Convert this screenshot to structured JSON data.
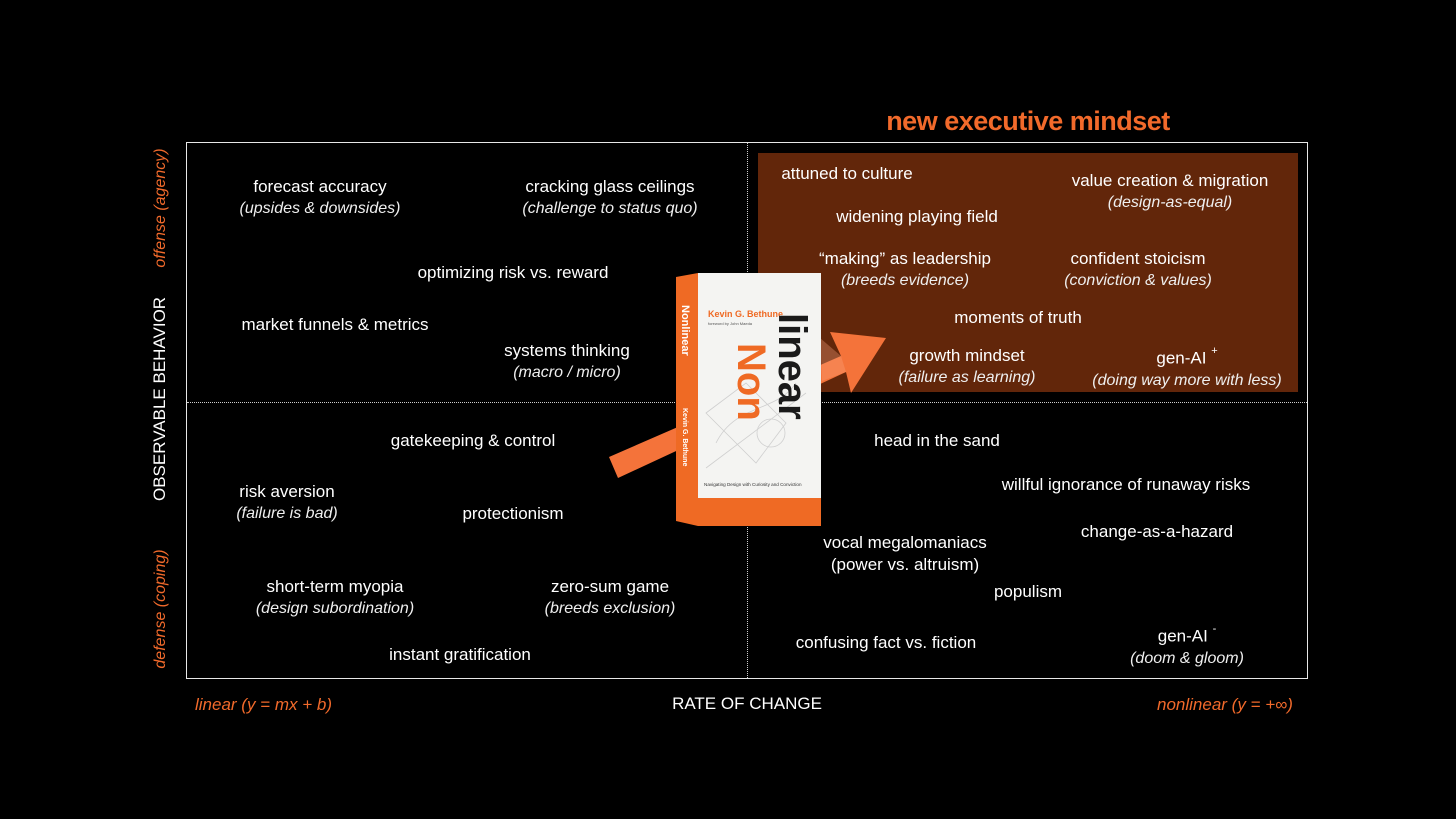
{
  "heading": "new executive mindset",
  "axes": {
    "y_label": "OBSERVABLE BEHAVIOR",
    "y_top": "offense (agency)",
    "y_bottom": "defense (coping)",
    "x_label": "RATE OF CHANGE",
    "x_left": "linear (y = mx + b)",
    "x_right": "nonlinear (y = +∞)"
  },
  "quadrants": {
    "top_left": [
      {
        "title": "forecast accuracy",
        "sub": "(upsides & downsides)"
      },
      {
        "title": "cracking glass ceilings",
        "sub": "(challenge to status quo)"
      },
      {
        "title": "optimizing risk vs. reward"
      },
      {
        "title": "market funnels & metrics"
      },
      {
        "title": "systems thinking",
        "sub": "(macro / micro)"
      }
    ],
    "top_right": [
      {
        "title": "attuned to culture"
      },
      {
        "title": "value creation & migration",
        "sub": "(design-as-equal)"
      },
      {
        "title": "widening playing field"
      },
      {
        "title": "“making” as leadership",
        "sub": "(breeds evidence)"
      },
      {
        "title": "confident stoicism",
        "sub": "(conviction & values)"
      },
      {
        "title": "moments of truth"
      },
      {
        "title": "growth mindset",
        "sub": "(failure as learning)"
      },
      {
        "title": "gen-AI",
        "sup": "+",
        "sub": "(doing way more with less)"
      }
    ],
    "bottom_left": [
      {
        "title": "gatekeeping & control"
      },
      {
        "title": "risk aversion",
        "sub": "(failure is bad)"
      },
      {
        "title": "protectionism"
      },
      {
        "title": "short-term myopia",
        "sub": "(design subordination)"
      },
      {
        "title": "zero-sum game",
        "sub": "(breeds exclusion)"
      },
      {
        "title": "instant gratification"
      }
    ],
    "bottom_right": [
      {
        "title": "head in the sand"
      },
      {
        "title": "willful ignorance of runaway risks"
      },
      {
        "title": "change-as-a-hazard"
      },
      {
        "title": "vocal megalomaniacs",
        "title2": "(power vs. altruism)"
      },
      {
        "title": "populism"
      },
      {
        "title": "confusing fact vs. fiction"
      },
      {
        "title": "gen-AI",
        "sup": "-",
        "sub": "(doom & gloom)"
      }
    ]
  },
  "book": {
    "author": "Kevin G. Bethune",
    "foreword": "foreword by John Maeda",
    "title_word1": "linear",
    "title_word2": "Non",
    "spine_title": "Nonlinear",
    "spine_author": "Kevin G. Bethune",
    "subtitle": "Navigating Design with Curiosity and Conviction"
  },
  "colors": {
    "accent": "#f26a2b",
    "highlight": "#62260a",
    "background": "#000000",
    "arrow": "#f4733a"
  }
}
